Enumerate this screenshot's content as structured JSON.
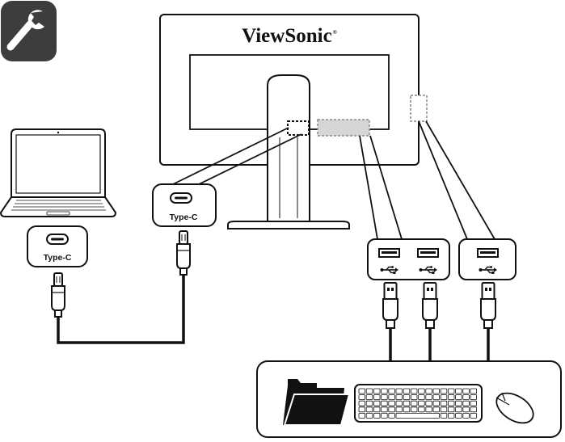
{
  "monitor": {
    "brand": "ViewSonic",
    "brand_mark": "®"
  },
  "ports": {
    "laptop_port_label": "Type-C",
    "monitor_port_label": "Type-C"
  },
  "icons": {
    "settings": "wrench-icon",
    "usb_symbol": "usb-symbol-icon",
    "devices": [
      "folder-icon",
      "keyboard-icon",
      "mouse-icon"
    ]
  },
  "colors": {
    "badge_bg": "#3d3d3d",
    "line": "#111111",
    "highlight_fill": "#d6d6d6"
  }
}
